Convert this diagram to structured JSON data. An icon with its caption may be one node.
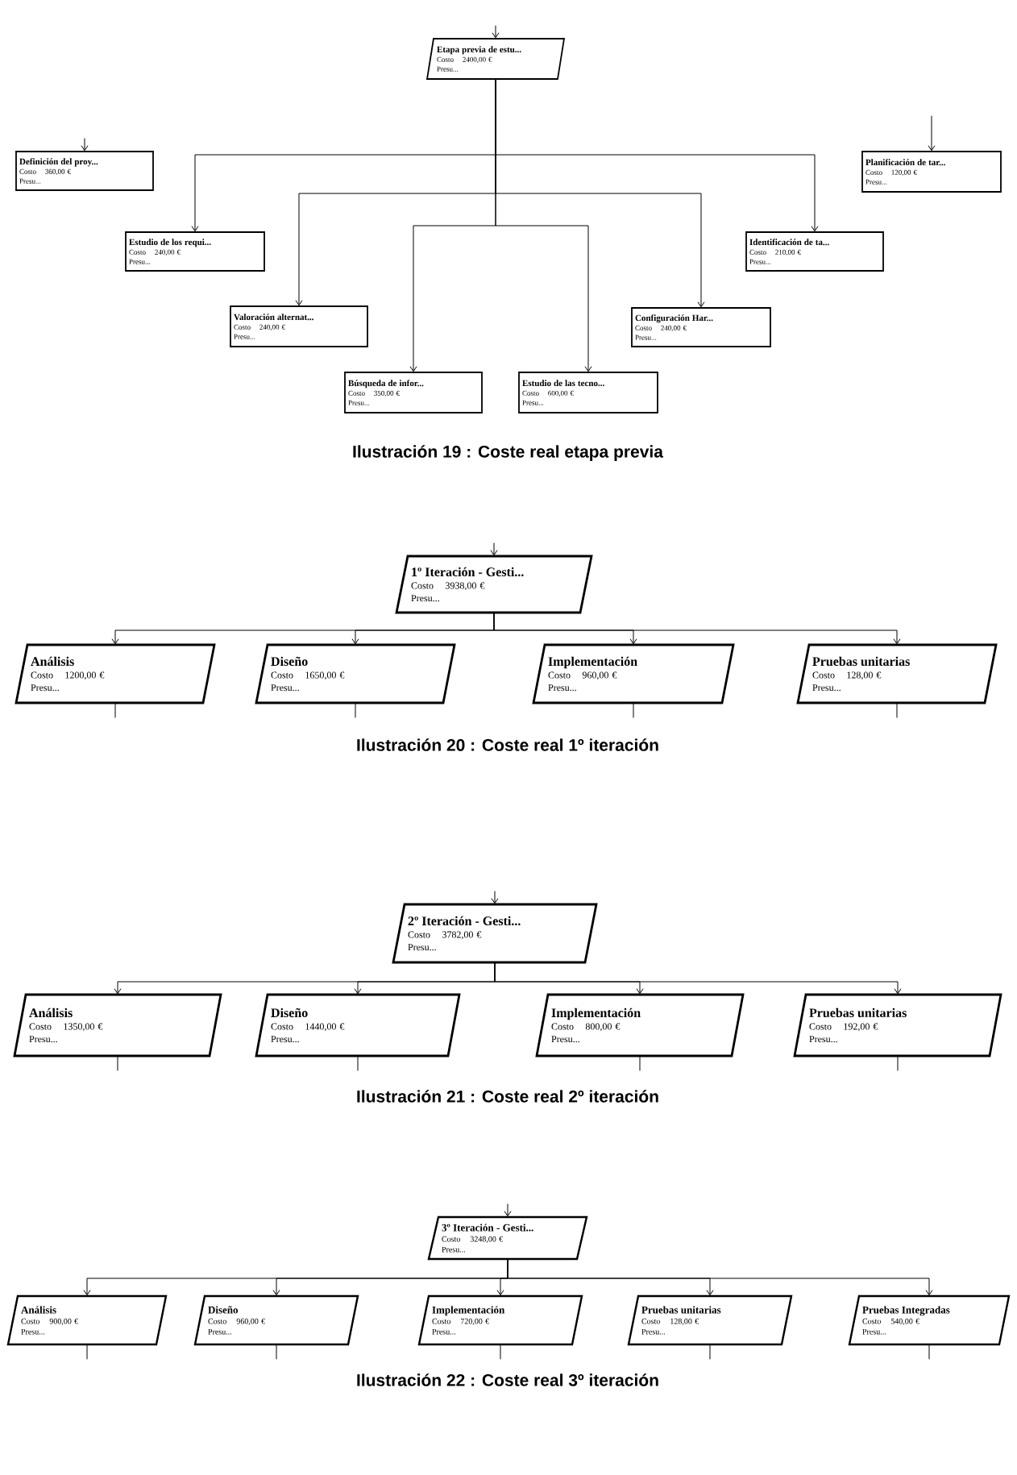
{
  "diagram": {
    "nodes": [
      {
        "text": [
          "Etapa previa de estu...",
          "Costo",
          "2400,00 €",
          "Presu..."
        ]
      },
      {
        "text": [
          "Definición del proy...",
          "Costo",
          "360,00 €",
          "Presu..."
        ]
      },
      {
        "text": [
          "Planificación de tar...",
          "Costo",
          "120,00 €",
          "Presu..."
        ]
      },
      {
        "text": [
          "Estudio de los requi...",
          "Costo",
          "240,00 €",
          "Presu..."
        ]
      },
      {
        "text": [
          "Valoración alternat...",
          "Costo",
          "240,00 €",
          "Presu..."
        ]
      },
      {
        "text": [
          "Búsqueda de infor...",
          "Costo",
          "350,00 €",
          "Presu..."
        ]
      },
      {
        "text": [
          "Estudio de las tecno...",
          "Costo",
          "600,00 €",
          "Presu..."
        ]
      },
      {
        "text": [
          "Configuración Har...",
          "Costo",
          "240,00 €",
          "Presu..."
        ]
      },
      {
        "text": [
          "Identificación de ta...",
          "Costo",
          "210,00 €",
          "Presu..."
        ]
      },
      {
        "text": [
          "1º Iteración - Gesti...",
          "Costo",
          "3938,00 €",
          "Presu..."
        ]
      },
      {
        "text": [
          "Análisis",
          "Costo",
          "1200,00 €",
          "Presu..."
        ]
      },
      {
        "text": [
          "Diseño",
          "Costo",
          "1650,00 €",
          "Presu..."
        ]
      },
      {
        "text": [
          "Implementación",
          "Costo",
          "960,00 €",
          "Presu..."
        ]
      },
      {
        "text": [
          "Pruebas unitarias",
          "Costo",
          "128,00 €",
          "Presu..."
        ]
      },
      {
        "text": [
          "2º Iteración - Gesti...",
          "Costo",
          "3782,00 €",
          "Presu..."
        ]
      },
      {
        "text": [
          "Análisis",
          "Costo",
          "1350,00 €",
          "Presu..."
        ]
      },
      {
        "text": [
          "Diseño",
          "Costo",
          "1440,00 €",
          "Presu..."
        ]
      },
      {
        "text": [
          "Implementación",
          "Costo",
          "800,00 €",
          "Presu..."
        ]
      },
      {
        "text": [
          "Pruebas unitarias",
          "Costo",
          "192,00 €",
          "Presu..."
        ]
      },
      {
        "text": [
          "3º Iteración - Gesti...",
          "Costo",
          "3248,00 €",
          "Presu..."
        ]
      },
      {
        "text": [
          "Análisis",
          "Costo",
          "900,00 €",
          "Presu..."
        ]
      },
      {
        "text": [
          "Diseño",
          "Costo",
          "960,00 €",
          "Presu..."
        ]
      },
      {
        "text": [
          "Implementación",
          "Costo",
          "720,00 €",
          "Presu..."
        ]
      },
      {
        "text": [
          "Pruebas unitarias",
          "Costo",
          "128,00 €",
          "Presu..."
        ]
      },
      {
        "text": [
          "Pruebas Integradas",
          "Costo",
          "540,00 €",
          "Presu..."
        ]
      }
    ],
    "edges": [
      {
        "from": null,
        "to": 0,
        "arrow": "to"
      },
      {
        "from": null,
        "to": 1,
        "arrow": "to"
      },
      {
        "from": null,
        "to": 2,
        "arrow": "to"
      },
      {
        "from": 0,
        "to": 3,
        "arrow": "to"
      },
      {
        "from": 0,
        "to": 4,
        "arrow": "to"
      },
      {
        "from": 0,
        "to": 5,
        "arrow": "to"
      },
      {
        "from": 0,
        "to": 6,
        "arrow": "to"
      },
      {
        "from": 0,
        "to": 7,
        "arrow": "to"
      },
      {
        "from": 0,
        "to": 8,
        "arrow": "to"
      },
      {
        "from": null,
        "to": 9,
        "arrow": "to"
      },
      {
        "from": 9,
        "to": 10,
        "arrow": "to"
      },
      {
        "from": 9,
        "to": 11,
        "arrow": "to"
      },
      {
        "from": 9,
        "to": 12,
        "arrow": "to"
      },
      {
        "from": 9,
        "to": 13,
        "arrow": "to"
      },
      {
        "from": 10,
        "to": null,
        "arrow": "none"
      },
      {
        "from": 11,
        "to": null,
        "arrow": "none"
      },
      {
        "from": 12,
        "to": null,
        "arrow": "none"
      },
      {
        "from": 13,
        "to": null,
        "arrow": "none"
      },
      {
        "from": null,
        "to": 14,
        "arrow": "to"
      },
      {
        "from": 14,
        "to": 15,
        "arrow": "to"
      },
      {
        "from": 14,
        "to": 16,
        "arrow": "to"
      },
      {
        "from": 14,
        "to": 17,
        "arrow": "to"
      },
      {
        "from": 14,
        "to": 18,
        "arrow": "to"
      },
      {
        "from": 15,
        "to": null,
        "arrow": "none"
      },
      {
        "from": 16,
        "to": null,
        "arrow": "none"
      },
      {
        "from": 17,
        "to": null,
        "arrow": "none"
      },
      {
        "from": 18,
        "to": null,
        "arrow": "none"
      },
      {
        "from": null,
        "to": 19,
        "arrow": "to"
      },
      {
        "from": 19,
        "to": 20,
        "arrow": "to"
      },
      {
        "from": 19,
        "to": 21,
        "arrow": "to"
      },
      {
        "from": 19,
        "to": 22,
        "arrow": "to"
      },
      {
        "from": 19,
        "to": 23,
        "arrow": "to"
      },
      {
        "from": 19,
        "to": 24,
        "arrow": "to"
      },
      {
        "from": 20,
        "to": null,
        "arrow": "none"
      },
      {
        "from": 21,
        "to": null,
        "arrow": "none"
      },
      {
        "from": 22,
        "to": null,
        "arrow": "none"
      },
      {
        "from": 23,
        "to": null,
        "arrow": "none"
      },
      {
        "from": 24,
        "to": null,
        "arrow": "none"
      }
    ],
    "labels": [
      "Ilustración 19 : Coste real etapa previa",
      "Ilustración 20 : Coste real 1º iteración",
      "Ilustración 21 : Coste real 2º iteración",
      "Ilustración 22 : Coste real 3º iteración"
    ]
  }
}
